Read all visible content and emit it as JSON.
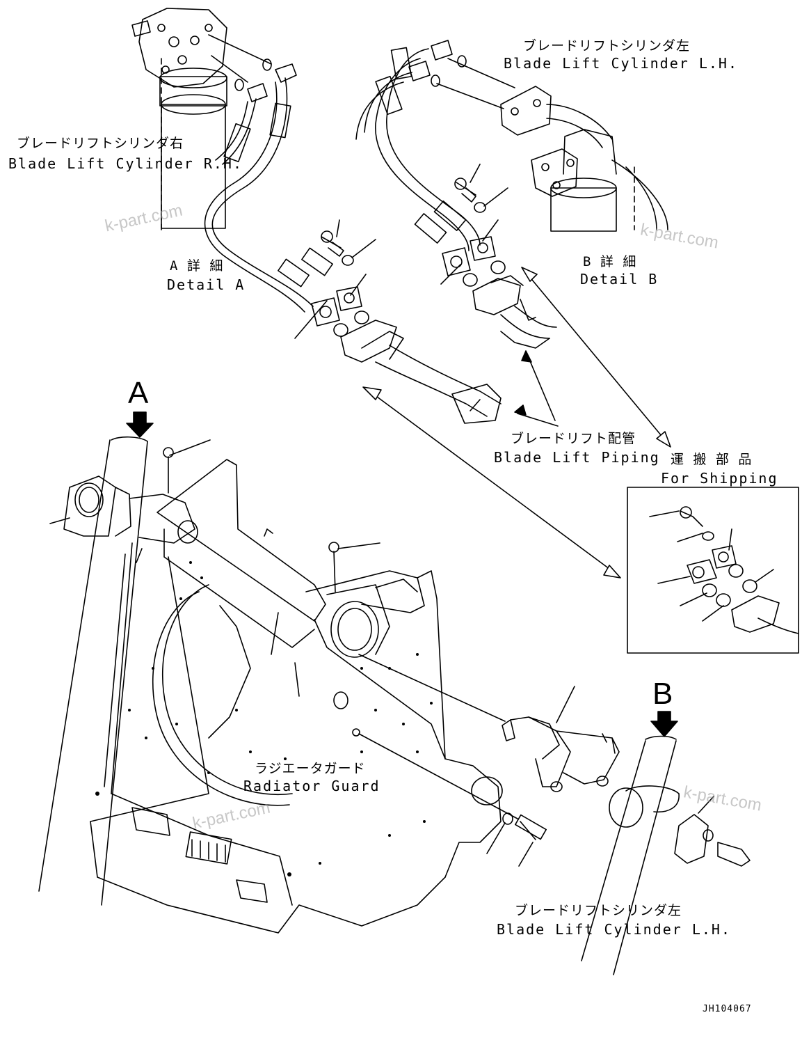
{
  "labels": {
    "cyl_lh_top_jp": "ブレードリフトシリンダ左",
    "cyl_lh_top_en": "Blade Lift Cylinder L.H.",
    "cyl_rh_jp": "ブレードリフトシリンダ右",
    "cyl_rh_en": "Blade Lift Cylinder R.H.",
    "detail_a_jp": "A 詳 細",
    "detail_a_en": "Detail A",
    "detail_b_jp": "B 詳 細",
    "detail_b_en": "Detail B",
    "piping_jp": "ブレードリフト配管",
    "piping_en": "Blade Lift Piping",
    "shipping_jp": "運 搬 部 品",
    "shipping_en": "For Shipping",
    "radiator_jp": "ラジエータガード",
    "radiator_en": "Radiator Guard",
    "cyl_lh_bottom_jp": "ブレードリフトシリンダ左",
    "cyl_lh_bottom_en": "Blade Lift Cylinder L.H."
  },
  "view_markers": {
    "a": "A",
    "b": "B"
  },
  "watermark": "k-part.com",
  "drawing_code": "JH104067",
  "colors": {
    "ink": "#000000",
    "paper": "#ffffff",
    "watermark": "#9a9a9a"
  }
}
